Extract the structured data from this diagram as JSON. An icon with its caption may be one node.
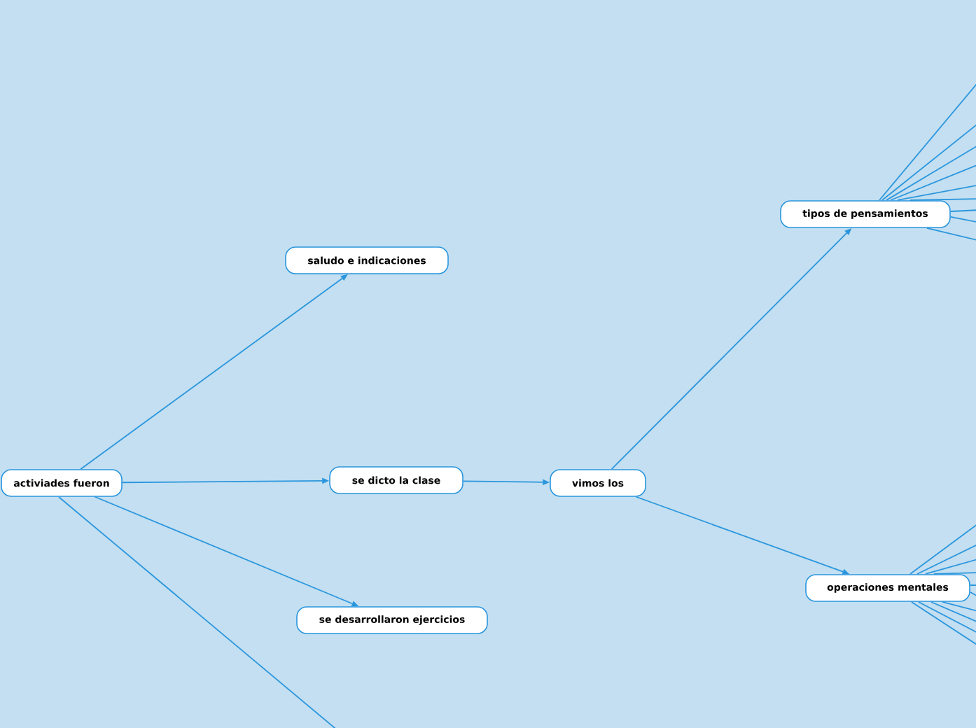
{
  "diagram": {
    "nodes": [
      {
        "text": [
          "activiades fueron"
        ]
      },
      {
        "text": [
          "saludo e indicaciones"
        ]
      },
      {
        "text": [
          "se dicto la clase"
        ]
      },
      {
        "text": [
          "se desarrollaron ejercicios"
        ]
      },
      {
        "text": [
          "vimos los"
        ]
      },
      {
        "text": [
          "tipos de pensamientos"
        ]
      },
      {
        "text": [
          "operaciones mentales"
        ]
      }
    ],
    "edges": [
      {
        "from": 0,
        "to": 1,
        "arrow": "to"
      },
      {
        "from": 0,
        "to": 2,
        "arrow": "to"
      },
      {
        "from": 0,
        "to": 3,
        "arrow": "to"
      },
      {
        "from": 0,
        "to": null,
        "arrow": "none"
      },
      {
        "from": 2,
        "to": 4,
        "arrow": "to"
      },
      {
        "from": 4,
        "to": 5,
        "arrow": "to"
      },
      {
        "from": 4,
        "to": 6,
        "arrow": "to"
      },
      {
        "from": 5,
        "to": null,
        "arrow": "none"
      },
      {
        "from": 5,
        "to": null,
        "arrow": "none"
      },
      {
        "from": 5,
        "to": null,
        "arrow": "none"
      },
      {
        "from": 5,
        "to": null,
        "arrow": "none"
      },
      {
        "from": 5,
        "to": null,
        "arrow": "none"
      },
      {
        "from": 5,
        "to": null,
        "arrow": "none"
      },
      {
        "from": 5,
        "to": null,
        "arrow": "none"
      },
      {
        "from": 5,
        "to": null,
        "arrow": "none"
      },
      {
        "from": 5,
        "to": null,
        "arrow": "none"
      },
      {
        "from": 6,
        "to": null,
        "arrow": "none"
      },
      {
        "from": 6,
        "to": null,
        "arrow": "none"
      },
      {
        "from": 6,
        "to": null,
        "arrow": "none"
      },
      {
        "from": 6,
        "to": null,
        "arrow": "none"
      },
      {
        "from": 6,
        "to": null,
        "arrow": "none"
      },
      {
        "from": 6,
        "to": null,
        "arrow": "none"
      },
      {
        "from": 6,
        "to": null,
        "arrow": "none"
      },
      {
        "from": 6,
        "to": null,
        "arrow": "none"
      },
      {
        "from": 6,
        "to": null,
        "arrow": "none"
      },
      {
        "from": 6,
        "to": null,
        "arrow": "none"
      }
    ]
  }
}
